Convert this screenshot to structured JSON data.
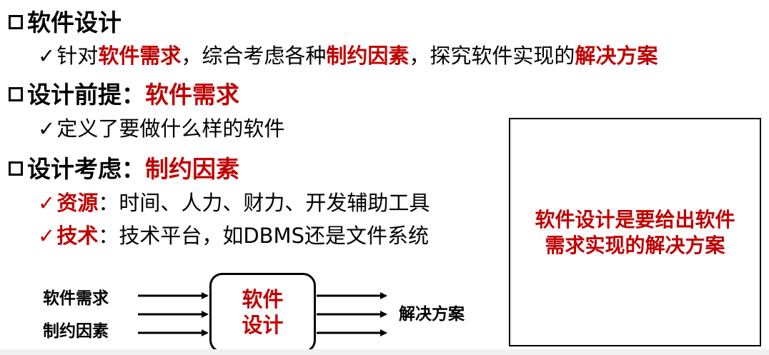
{
  "sections": {
    "s1": {
      "title": "软件设计",
      "bullet": {
        "p1": "针对",
        "r1": "软件需求",
        "p2": "，综合考虑各种",
        "r2": "制约因素",
        "p3": "，探究软件实现的",
        "r3": "解决方案"
      }
    },
    "s2": {
      "title": "设计前提：",
      "title_red": "软件需求",
      "bullet": "定义了要做什么样的软件"
    },
    "s3": {
      "title": "设计考虑：",
      "title_red": "制约因素",
      "items": [
        {
          "label": "资源",
          "text": "：时间、人力、财力、开发辅助工具"
        },
        {
          "label": "技术",
          "text": "：技术平台，如DBMS还是文件系统"
        }
      ]
    }
  },
  "diagram": {
    "inputs": [
      "软件需求",
      "制约因素"
    ],
    "box_lines": [
      "软件",
      "设计"
    ],
    "output": "解决方案"
  },
  "callout": {
    "line1": "软件设计是要给出软件",
    "line2": "需求实现的解决方案"
  },
  "colors": {
    "accent_red": "#c00000",
    "text": "#000000"
  }
}
